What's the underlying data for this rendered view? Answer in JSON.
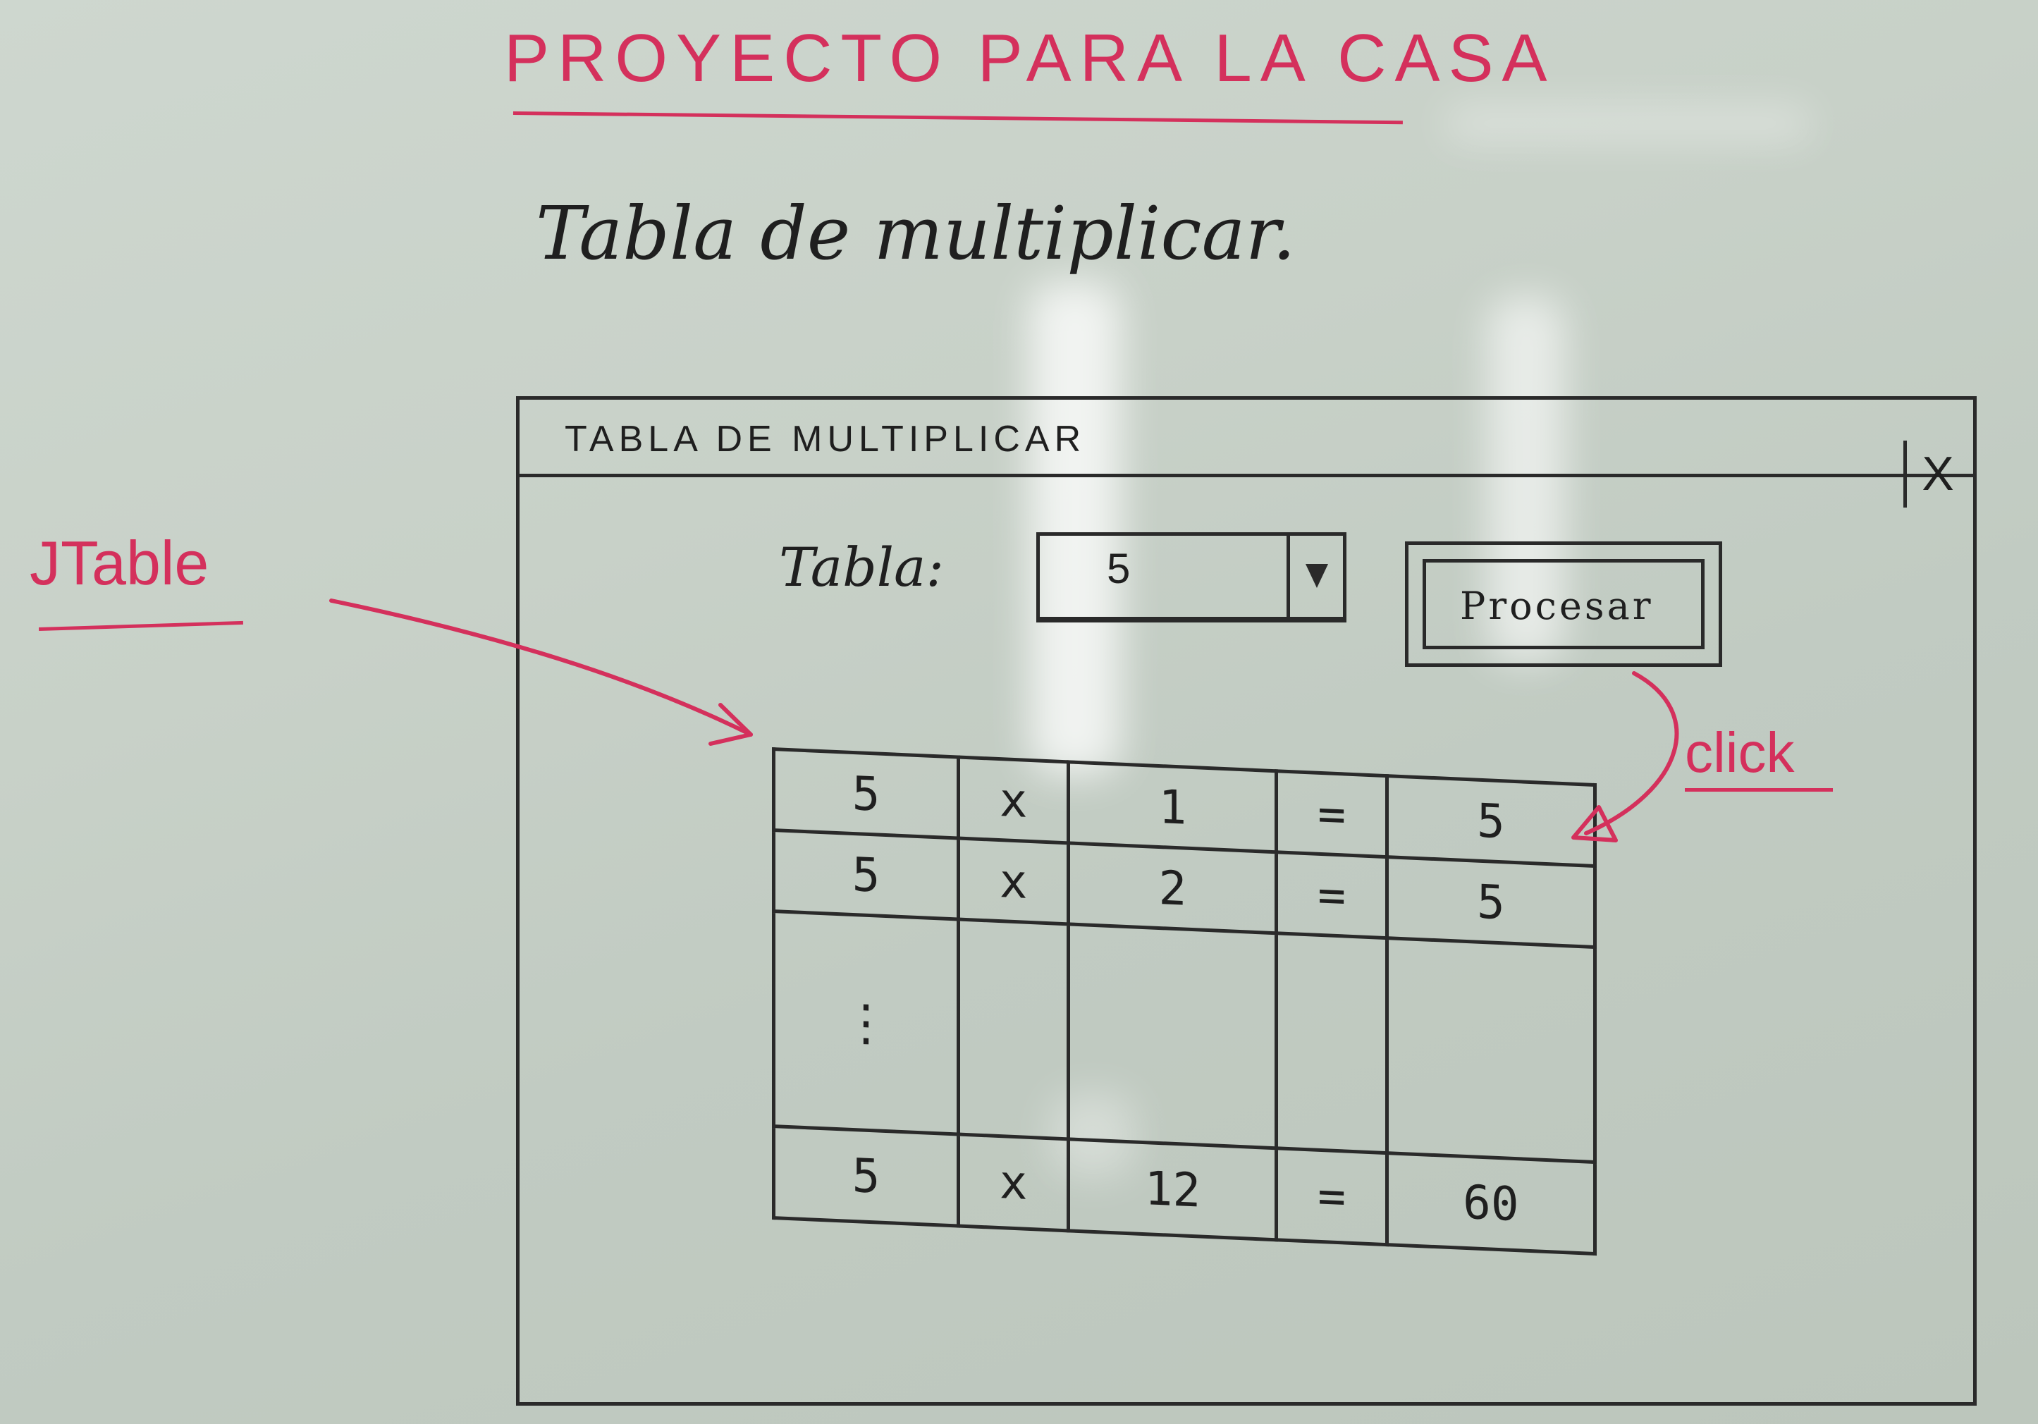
{
  "heading": "PROYECTO PARA LA CASA",
  "subtitle": "Tabla de multiplicar.",
  "window": {
    "title": "TABLA DE MULTIPLICAR",
    "close_label": "X",
    "field_label": "Tabla:",
    "combo_value": "5",
    "button_label": "Procesar"
  },
  "table": {
    "rows": [
      [
        "5",
        "x",
        "1",
        "=",
        "5"
      ],
      [
        "5",
        "x",
        "2",
        "=",
        "5"
      ],
      [
        "⋮",
        "",
        "",
        "",
        ""
      ],
      [
        "5",
        "x",
        "12",
        "=",
        "60"
      ]
    ]
  },
  "annotations": {
    "jtable": "JTable",
    "click": "click"
  },
  "colors": {
    "marker_red": "#d4305c",
    "marker_black": "#1f1f1f",
    "board": "#c8d1c8"
  }
}
